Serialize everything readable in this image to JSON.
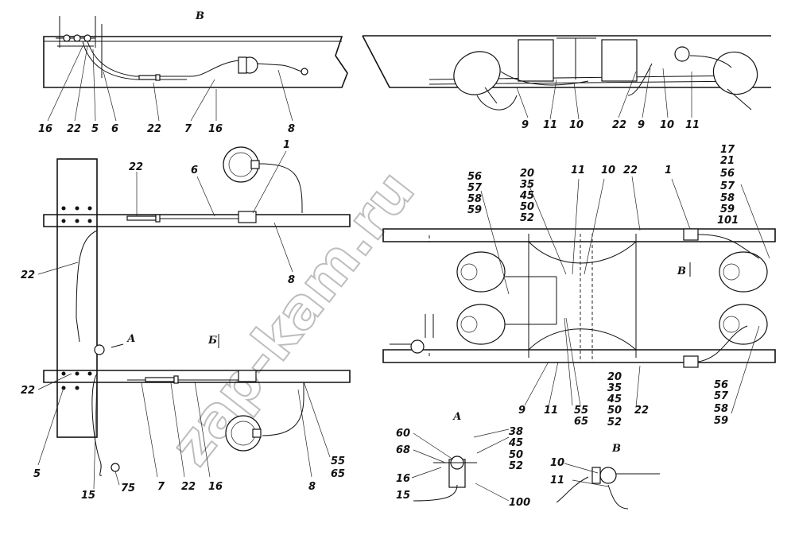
{
  "watermark": "zap-kam.ru",
  "views": {
    "top_b": "В",
    "mid_a": "А",
    "mid_b": "Б",
    "right_b": "В",
    "detail_a": "А",
    "detail_b": "В"
  },
  "callouts": {
    "top_left": [
      "16",
      "22",
      "5",
      "6",
      "22",
      "7",
      "16",
      "8"
    ],
    "top_right": [
      "9",
      "11",
      "10",
      "22",
      "9",
      "10",
      "11"
    ],
    "left_plan": [
      "22",
      "6",
      "1",
      "8",
      "22",
      "22",
      "5",
      "15",
      "75",
      "7",
      "22",
      "16",
      "8",
      "55",
      "65"
    ],
    "right_plan_top": [
      "56",
      "57",
      "58",
      "59",
      "20",
      "35",
      "45",
      "50",
      "52",
      "11",
      "10",
      "22",
      "1",
      "17",
      "21",
      "56",
      "57",
      "58",
      "59",
      "101"
    ],
    "right_plan_bottom": [
      "9",
      "11",
      "55",
      "65",
      "20",
      "35",
      "45",
      "50",
      "52",
      "22",
      "56",
      "57",
      "58",
      "59"
    ],
    "detail_a": [
      "60",
      "68",
      "16",
      "15",
      "38",
      "45",
      "50",
      "52",
      "100"
    ],
    "detail_b": [
      "10",
      "11"
    ]
  }
}
